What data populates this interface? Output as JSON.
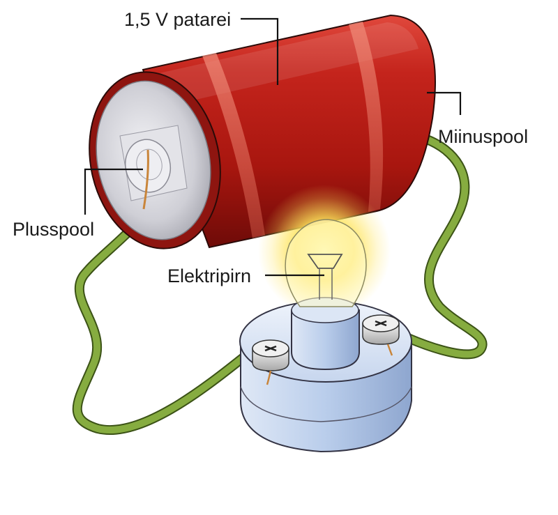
{
  "labels": {
    "battery": "1,5 V patarei",
    "negative": "Miinuspool",
    "positive": "Plusspool",
    "bulb": "Elektripirn"
  },
  "colors": {
    "battery_red": "#b8201a",
    "battery_dark": "#7a0f0c",
    "terminal_silver": "#d9d9de",
    "wire_green": "#7da23a",
    "copper": "#c9853a",
    "base_blue": "#c8d8ef",
    "glow": "#ffe45a"
  },
  "icons": [
    "screw-left-icon",
    "screw-right-icon"
  ]
}
